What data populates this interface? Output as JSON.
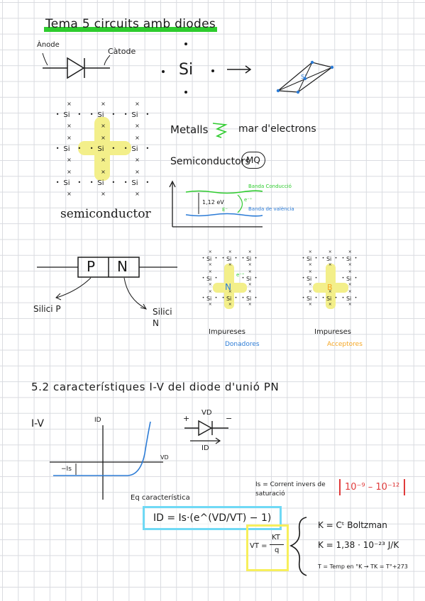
{
  "title": "Tema 5 circuits amb diodes",
  "diode_symbol": {
    "anode": "Ànode",
    "cathode": "Càtode"
  },
  "silicon": {
    "symbol": "Si",
    "crystal_atom": "Si"
  },
  "lattice": {
    "atom": "Si",
    "caption": "semiconductor"
  },
  "metals": {
    "label": "Metalls",
    "description": "mar d'electrons"
  },
  "semiconductors": {
    "label": "Semiconductors",
    "tag": "MQ"
  },
  "bands": {
    "conduction": "Banda Conducció",
    "valence": "Banda de valència",
    "gap": "1,12 eV",
    "electron_label": "e⁻⁺",
    "hole_label": "E⁻"
  },
  "pn": {
    "p_label": "P",
    "n_label": "N",
    "p_note": "Silici P",
    "n_note": "Silici N"
  },
  "donors": {
    "center": "N",
    "extra": "e⁻⁺",
    "title": "Impureses",
    "subtitle": "Donadores"
  },
  "acceptors": {
    "center": "B",
    "title": "Impureses",
    "subtitle": "Acceptores"
  },
  "section_title": "5.2 característiques I-V del diode d'unió PN",
  "iv_graph": {
    "label": "I-V",
    "y_axis": "ID",
    "x_axis": "VD",
    "is_label": "−Is"
  },
  "diode_bias": {
    "voltage": "VD",
    "current": "ID",
    "plus": "+",
    "minus": "−"
  },
  "saturation": {
    "text": "Is = Corrent invers de saturació",
    "range": "10⁻⁹ – 10⁻¹²"
  },
  "equation": {
    "caption": "Eq característica",
    "formula": "ID = Is·(e^(VD/VT) − 1)"
  },
  "thermal": {
    "vt": "VT =",
    "num": "KT",
    "den": "q",
    "k_const": "K = Cᵗ Boltzman",
    "k_value": "K = 1,38 · 10⁻²³ J/K",
    "temp": "T = Temp en °K → TK = T°+273"
  },
  "colors": {
    "green": "#2ecc2e",
    "yellow_hl": "#f3ef8a",
    "blue": "#2b7bd6",
    "orange": "#f5a623",
    "red": "#e03b3b",
    "cyan_box": "#6fd9f5",
    "yellow_box": "#f7ef5c"
  }
}
